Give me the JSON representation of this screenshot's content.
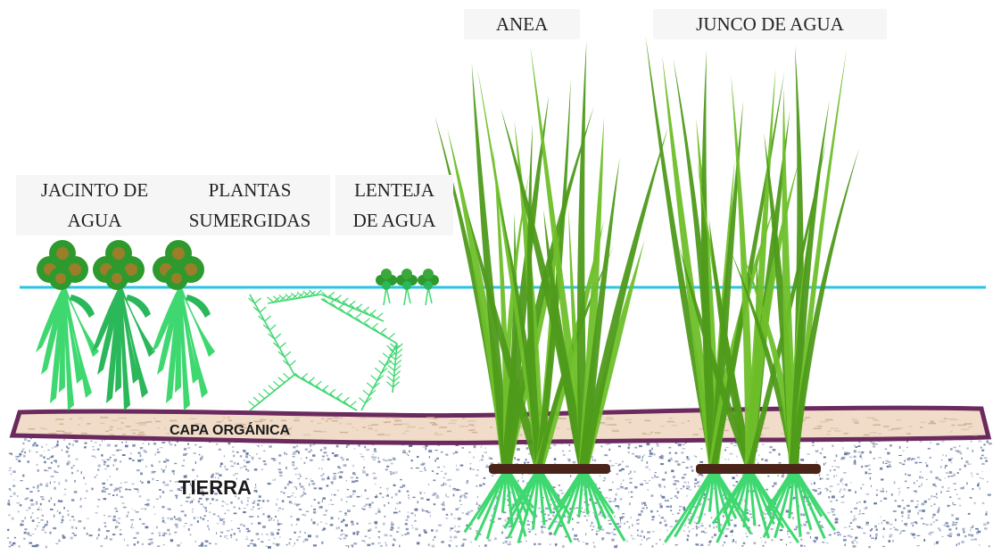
{
  "labels": {
    "water_hyacinth_line1": "JACINTO DE",
    "water_hyacinth_line2": "AGUA",
    "submerged_line1": "PLANTAS",
    "submerged_line2": "SUMERGIDAS",
    "duckweed_line1": "LENTEJA",
    "duckweed_line2": "DE AGUA",
    "cattail": "ANEA",
    "bulrush": "JUNCO DE AGUA",
    "organic_layer": "CAPA ORGÁNICA",
    "soil": "TIERRA"
  },
  "colors": {
    "water_line": "#29c4e6",
    "leaf_light": "#3fd870",
    "leaf_dark": "#2bb85a",
    "reed_green": "#6fbf2a",
    "reed_dark": "#4e9a1a",
    "hyacinth_outer": "#2e9a2e",
    "hyacinth_inner": "#9c7d2a",
    "organic_fill": "#f0dcc8",
    "organic_border": "#6b2a5e",
    "rhizome": "#4a2418",
    "soil_speckle": "#5a6e98"
  },
  "icons": [
    "water-hyacinth-icon",
    "submerged-plant-icon",
    "duckweed-icon",
    "cattail-icon",
    "bulrush-icon"
  ]
}
